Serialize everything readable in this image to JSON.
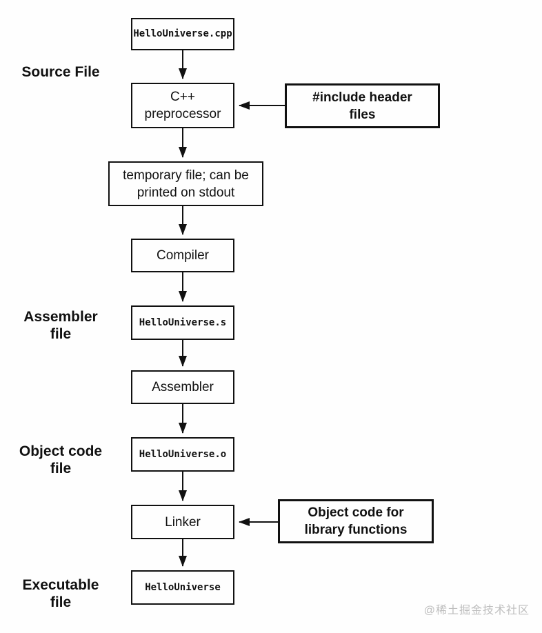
{
  "diagram_type": "flowchart",
  "topic": "C++ compilation pipeline",
  "flow": {
    "nodes": [
      {
        "id": "source-file-box",
        "label": "HelloUniverse.cpp",
        "font": "mono"
      },
      {
        "id": "preprocessor-box",
        "label": "C++\npreprocessor",
        "font": "sans"
      },
      {
        "id": "temp-file-box",
        "label": "temporary file; can be\nprinted on stdout",
        "font": "sans"
      },
      {
        "id": "compiler-box",
        "label": "Compiler",
        "font": "sans"
      },
      {
        "id": "assembler-file-box",
        "label": "HelloUniverse.s",
        "font": "mono"
      },
      {
        "id": "assembler-box",
        "label": "Assembler",
        "font": "sans"
      },
      {
        "id": "object-file-box",
        "label": "HelloUniverse.o",
        "font": "mono"
      },
      {
        "id": "linker-box",
        "label": "Linker",
        "font": "sans"
      },
      {
        "id": "executable-box",
        "label": "HelloUniverse",
        "font": "mono"
      }
    ]
  },
  "side_inputs": [
    {
      "id": "include-headers-box",
      "label": "#include header\nfiles",
      "feeds": "preprocessor-box"
    },
    {
      "id": "object-library-box",
      "label": "Object code for\nlibrary functions",
      "feeds": "linker-box"
    }
  ],
  "stage_labels": [
    {
      "id": "source-file-label",
      "label": "Source File"
    },
    {
      "id": "assembler-file-label",
      "label": "Assembler\nfile"
    },
    {
      "id": "object-code-file-label",
      "label": "Object code\nfile"
    },
    {
      "id": "executable-file-label",
      "label": "Executable\nfile"
    }
  ],
  "watermark": {
    "text": "@稀土掘金技术社区"
  },
  "colors": {
    "border": "#111111",
    "background": "#fefefe",
    "text": "#111111",
    "watermark": "#bdbdbd"
  }
}
